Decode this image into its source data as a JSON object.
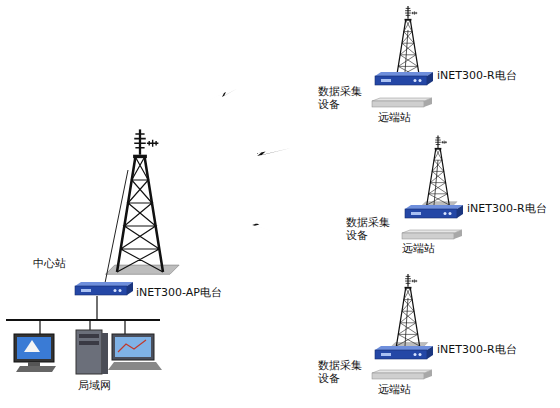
{
  "diagram": {
    "labels": [
      "中心站",
      "iNET300-AP电台",
      "局域网",
      "iNET300-R电台",
      "数据采集 设备",
      "远端站",
      "iNET300-R电台",
      "数据采集 设备",
      "远端站",
      "iNET300-R电台",
      "数据采集 设备",
      "远端站"
    ]
  }
}
